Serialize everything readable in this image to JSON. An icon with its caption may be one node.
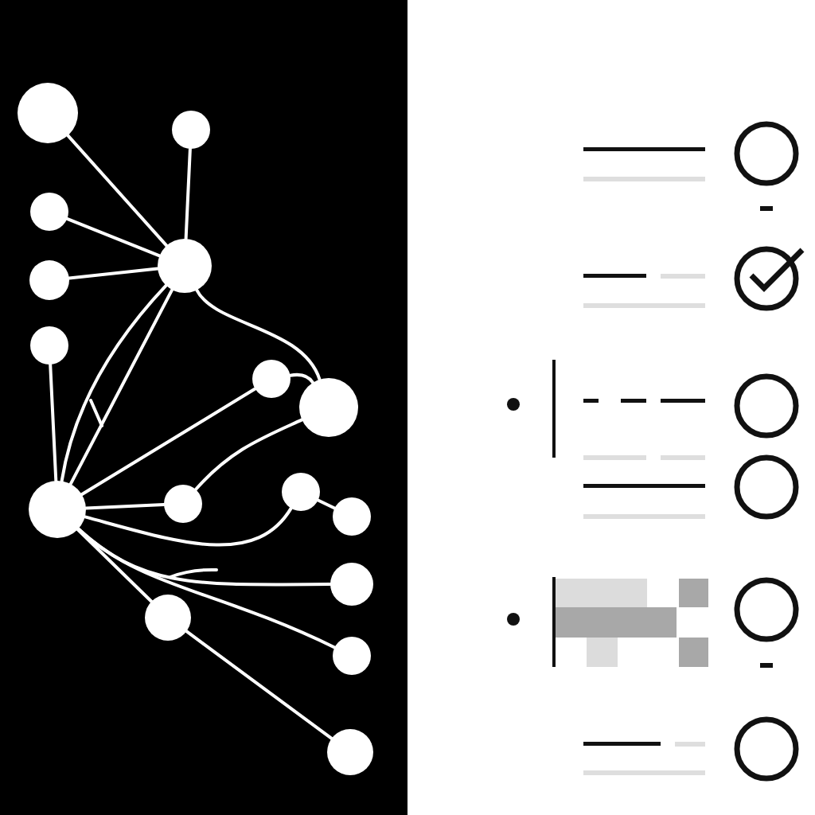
{
  "diagram": {
    "nodes": [
      {
        "text": [],
        "shape": "circle"
      },
      {
        "text": [],
        "shape": "circle"
      },
      {
        "text": [],
        "shape": "circle"
      },
      {
        "text": [],
        "shape": "circle"
      },
      {
        "text": [],
        "shape": "circle"
      },
      {
        "text": [],
        "shape": "circle"
      },
      {
        "text": [],
        "shape": "circle"
      },
      {
        "text": [],
        "shape": "circle"
      },
      {
        "text": [],
        "shape": "circle"
      },
      {
        "text": [],
        "shape": "circle"
      },
      {
        "text": [],
        "shape": "circle"
      },
      {
        "text": [],
        "shape": "circle"
      },
      {
        "text": [],
        "shape": "circle"
      },
      {
        "text": [],
        "shape": "circle"
      },
      {
        "text": [],
        "shape": "circle"
      },
      {
        "text": [],
        "shape": "circle"
      }
    ],
    "edges": [
      {
        "from": 0,
        "to": 4,
        "arrow": "none"
      },
      {
        "from": 1,
        "to": 4,
        "arrow": "none"
      },
      {
        "from": 2,
        "to": 4,
        "arrow": "none"
      },
      {
        "from": 3,
        "to": 4,
        "arrow": "none"
      },
      {
        "from": 4,
        "to": 8,
        "arrow": "none"
      },
      {
        "from": 4,
        "to": 8,
        "arrow": "none"
      },
      {
        "from": 4,
        "to": 7,
        "arrow": "none"
      },
      {
        "from": 5,
        "to": 8,
        "arrow": "none"
      },
      {
        "from": 8,
        "to": 6,
        "arrow": "none"
      },
      {
        "from": 6,
        "to": 7,
        "arrow": "none"
      },
      {
        "from": 8,
        "to": 9,
        "arrow": "none"
      },
      {
        "from": 9,
        "to": 7,
        "arrow": "none"
      },
      {
        "from": 8,
        "to": 10,
        "arrow": "none"
      },
      {
        "from": 10,
        "to": 11,
        "arrow": "none"
      },
      {
        "from": 8,
        "to": 12,
        "arrow": "none"
      },
      {
        "from": 8,
        "to": 14,
        "arrow": "none"
      },
      {
        "from": 8,
        "to": 13,
        "arrow": "none"
      },
      {
        "from": 13,
        "to": 15,
        "arrow": "none"
      }
    ]
  }
}
